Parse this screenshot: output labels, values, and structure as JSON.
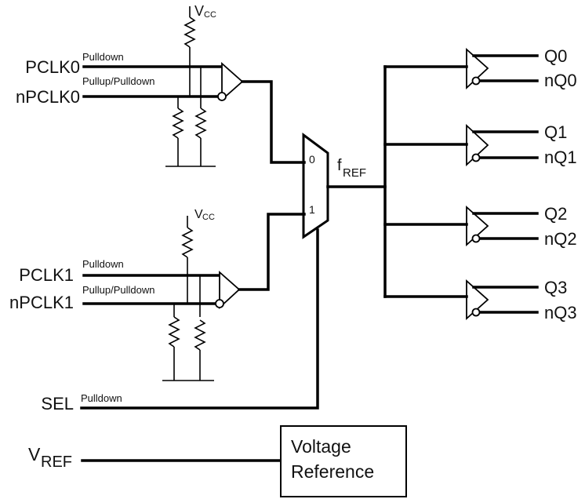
{
  "diagram": {
    "type": "block-diagram",
    "inputs": {
      "pclk0": "PCLK0",
      "npclk0": "nPCLK0",
      "pclk1": "PCLK1",
      "npclk1": "nPCLK1",
      "sel": "SEL",
      "vref_main": "V",
      "vref_sub": "REF"
    },
    "bias_labels": {
      "pclk0": "Pulldown",
      "npclk0": "Pullup/Pulldown",
      "pclk1": "Pulldown",
      "npclk1": "Pullup/Pulldown",
      "sel": "Pulldown"
    },
    "supply": {
      "main": "V",
      "sub": "CC"
    },
    "mux": {
      "input0": "0",
      "input1": "1",
      "output_main": "f",
      "output_sub": "REF"
    },
    "outputs": [
      {
        "q": "Q0",
        "nq": "nQ0"
      },
      {
        "q": "Q1",
        "nq": "nQ1"
      },
      {
        "q": "Q2",
        "nq": "nQ2"
      },
      {
        "q": "Q3",
        "nq": "nQ3"
      }
    ],
    "voltage_reference_block": {
      "line1": "Voltage",
      "line2": "Reference"
    }
  }
}
